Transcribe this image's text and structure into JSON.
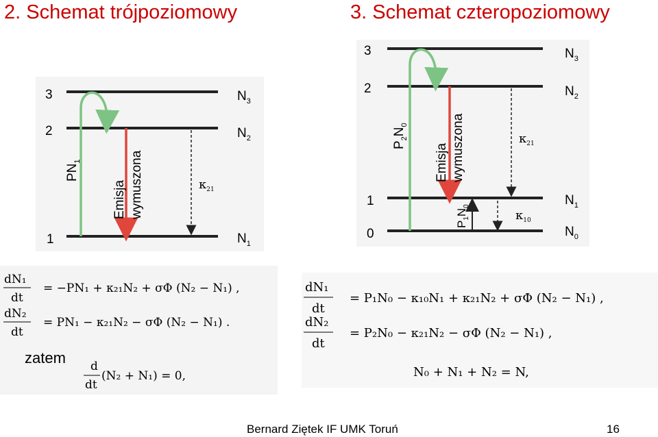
{
  "titles": {
    "three_level": "2. Schemat trójpoziomowy",
    "four_level": "3. Schemat czteropoziomowy"
  },
  "diagram3": {
    "levels": [
      {
        "num": "3",
        "n": "N",
        "sub": "3"
      },
      {
        "num": "2",
        "n": "N",
        "sub": "2"
      },
      {
        "num": "1",
        "n": "N",
        "sub": "1"
      }
    ],
    "pump": {
      "main": "PN",
      "sub": "1"
    },
    "emission": {
      "line1": "Emisja",
      "line2": "wymuszona"
    },
    "kappa": {
      "sym": "κ",
      "sub": "21"
    }
  },
  "diagram4": {
    "levels": [
      {
        "num": "3",
        "n": "N",
        "sub": "3"
      },
      {
        "num": "2",
        "n": "N",
        "sub": "2"
      },
      {
        "num": "1",
        "n": "N",
        "sub": "1"
      },
      {
        "num": "0",
        "n": "N",
        "sub": "0"
      }
    ],
    "pump": {
      "p": "P",
      "psub": "2",
      "n": "N",
      "nsub": "0"
    },
    "emission": {
      "line1": "Emisja",
      "line2": "wymuszona"
    },
    "kappa21": {
      "sym": "κ",
      "sub": "21"
    },
    "pump2": {
      "p": "P",
      "psub": "1",
      "n": "N",
      "nsub": "0"
    },
    "kappa10": {
      "sym": "κ",
      "sub": "10"
    }
  },
  "equations3": {
    "eq1": {
      "num": "dN₁",
      "den": "dt",
      "rhs": "=  −PN₁ + κ₂₁N₂ + σΦ (N₂ − N₁) ,"
    },
    "eq2": {
      "num": "dN₂",
      "den": "dt",
      "rhs": "=  PN₁ − κ₂₁N₂ − σΦ (N₂ − N₁) ."
    },
    "zatem": "zatem",
    "eq3": {
      "num": "d",
      "den": "dt",
      "rhs": "(N₂ + N₁) = 0,"
    }
  },
  "equations4": {
    "eq1": {
      "num": "dN₁",
      "den": "dt",
      "rhs": "=  P₁N₀ − κ₁₀N₁ + κ₂₁N₂ + σΦ (N₂ − N₁) ,"
    },
    "eq2": {
      "num": "dN₂",
      "den": "dt",
      "rhs": "=  P₂N₀ − κ₂₁N₂ − σΦ (N₂ − N₁) ,"
    },
    "eq3": "N₀ + N₁ + N₂ = N,"
  },
  "footer": {
    "author": "Bernard Ziętek IF UMK Toruń",
    "page": "16"
  },
  "colors": {
    "title": "#cc0000",
    "pump_green": "#7dc383",
    "emission_red": "#e0463c"
  }
}
